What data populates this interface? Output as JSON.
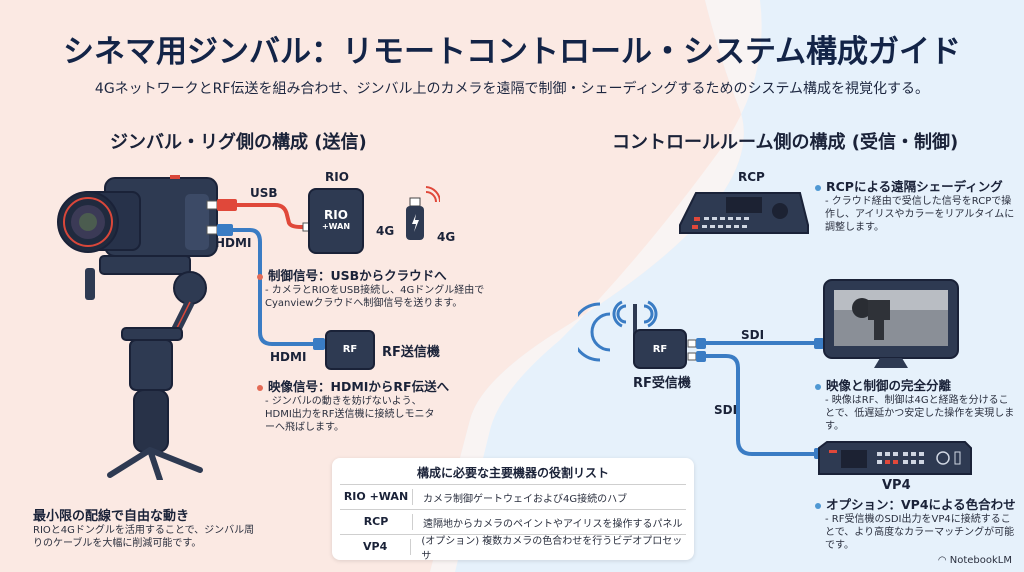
{
  "header": {
    "title": "シネマ用ジンバル：リモートコントロール・システム構成ガイド",
    "subtitle": "4GネットワークとRF伝送を組み合わせ、ジンバル上のカメラを遠隔で制御・シェーディングするためのシステム構成を視覚化する。"
  },
  "colors": {
    "left_bg": "#fbe9e3",
    "right_bg": "#e6f1fb",
    "usb_cable": "#e0483a",
    "video_cable": "#3a7cc4",
    "device_dark": "#2e3a52",
    "title_text": "#132447"
  },
  "left": {
    "heading": "ジンバル・リグ側の構成 (送信)",
    "labels": {
      "usb": "USB",
      "hdmi_top": "HDMI",
      "hdmi_bottom": "HDMI",
      "rio": "RIO",
      "rio_device_line1": "RIO",
      "rio_device_line2": "+WAN",
      "fourg_a": "4G",
      "fourg_b": "4G",
      "rf_device": "RF",
      "rf_tx": "RF送信機"
    },
    "bullets": [
      {
        "heading": "制御信号：USBからクラウドへ",
        "text": "- カメラとRIOをUSB接続し、4Gドングル経由でCyanviewクラウドへ制御信号を送ります。"
      },
      {
        "heading": "映像信号：HDMIからRF伝送へ",
        "text": "- ジンバルの動きを妨げないよう、HDMI出力をRF送信機に接続しモニターへ飛ばします。"
      }
    ],
    "footer": {
      "heading": "最小限の配線で自由な動き",
      "text": "RIOと4Gドングルを活用することで、ジンバル周りのケーブルを大幅に削減可能です。"
    }
  },
  "right": {
    "heading": "コントロールルーム側の構成 (受信・制御)",
    "labels": {
      "rcp": "RCP",
      "rf_device": "RF",
      "rf_rx": "RF受信機",
      "sdi_top": "SDI",
      "sdi_side": "SDI",
      "vp4": "VP4"
    },
    "bullets": [
      {
        "heading": "RCPによる遠隔シェーディング",
        "text": "- クラウド経由で受信した信号をRCPで操作し、アイリスやカラーをリアルタイムに調整します。"
      },
      {
        "heading": "映像と制御の完全分離",
        "text": "- 映像はRF、制御は4Gと経路を分けることで、低遅延かつ安定した操作を実現します。"
      },
      {
        "heading": "オプション：VP4による色合わせ",
        "text": "- RF受信機のSDI出力をVP4に接続することで、より高度なカラーマッチングが可能です。"
      }
    ]
  },
  "table": {
    "title": "構成に必要な主要機器の役割リスト",
    "rows": [
      {
        "key": "RIO +WAN",
        "value": "カメラ制御ゲートウェイおよび4G接続のハブ"
      },
      {
        "key": "RCP",
        "value": "遠隔地からカメラのペイントやアイリスを操作するパネル"
      },
      {
        "key": "VP4",
        "value": "(オプション) 複数カメラの色合わせを行うビデオプロセッサ"
      }
    ]
  },
  "brand": "NotebookLM"
}
